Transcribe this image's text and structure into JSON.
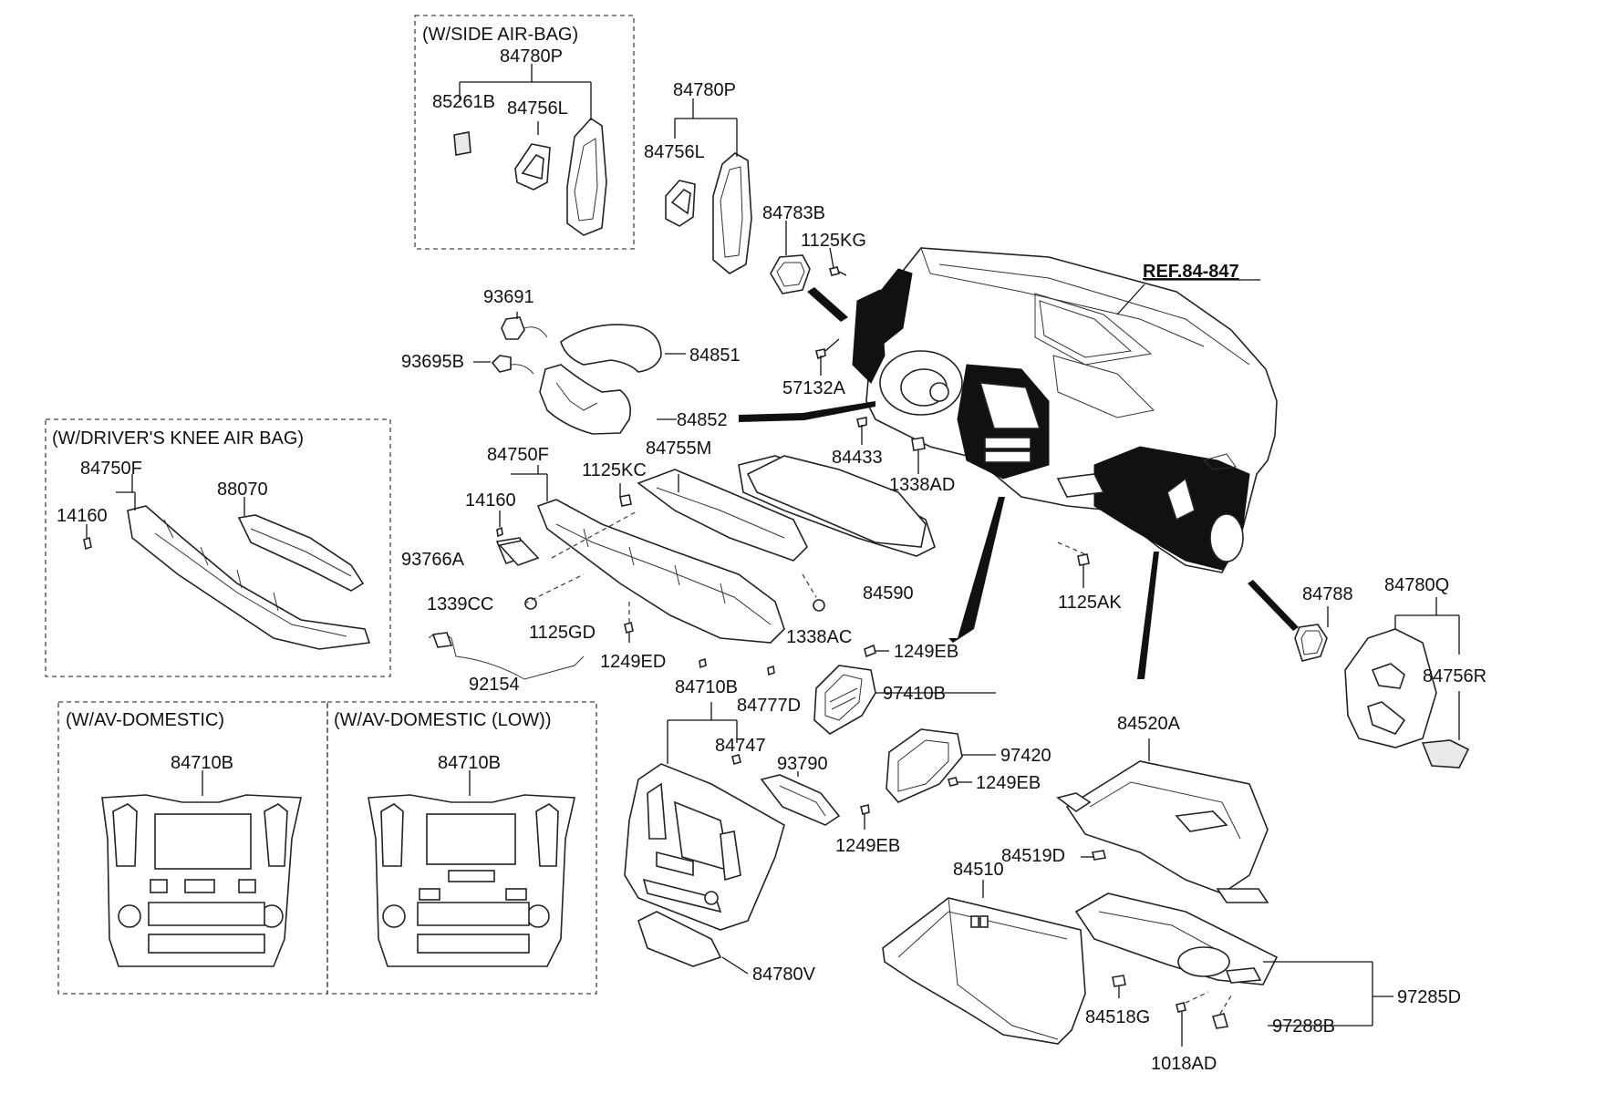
{
  "ref_label": "REF.84-847",
  "groups": {
    "side_airbag": "(W/SIDE AIR-BAG)",
    "knee_airbag": "(W/DRIVER'S KNEE AIR BAG)",
    "av_domestic": "(W/AV-DOMESTIC)",
    "av_domestic_low": "(W/AV-DOMESTIC (LOW))"
  },
  "parts": {
    "p84780P_box": "84780P",
    "p85261B": "85261B",
    "p84756L_box": "84756L",
    "p84780P": "84780P",
    "p84756L": "84756L",
    "p84783B": "84783B",
    "p1125KG": "1125KG",
    "p93691": "93691",
    "p93695B": "93695B",
    "p84851": "84851",
    "p84852": "84852",
    "p57132A": "57132A",
    "p84433": "84433",
    "p1338AD": "1338AD",
    "p84750F_box": "84750F",
    "p14160_box": "14160",
    "p88070": "88070",
    "p84750F": "84750F",
    "p84755M": "84755M",
    "p1125KC": "1125KC",
    "p14160": "14160",
    "p93766A": "93766A",
    "p1339CC": "1339CC",
    "p1125GD": "1125GD",
    "p84590": "84590",
    "p1338AC": "1338AC",
    "p1249ED": "1249ED",
    "p92154": "92154",
    "p84777D": "84777D",
    "p1249EB_a": "1249EB",
    "p97410B": "97410B",
    "p1125AK": "1125AK",
    "p84788": "84788",
    "p84780Q": "84780Q",
    "p84756R": "84756R",
    "p84710B_av": "84710B",
    "p84710B_low": "84710B",
    "p84710B": "84710B",
    "p84747": "84747",
    "p93790": "93790",
    "p1249EB_b": "1249EB",
    "p97420": "97420",
    "p1249EB_c": "1249EB",
    "p84520A": "84520A",
    "p84519D": "84519D",
    "p84510": "84510",
    "p84518G": "84518G",
    "p97285D": "97285D",
    "p97288B": "97288B",
    "p1018AD": "1018AD",
    "p84780V": "84780V"
  }
}
